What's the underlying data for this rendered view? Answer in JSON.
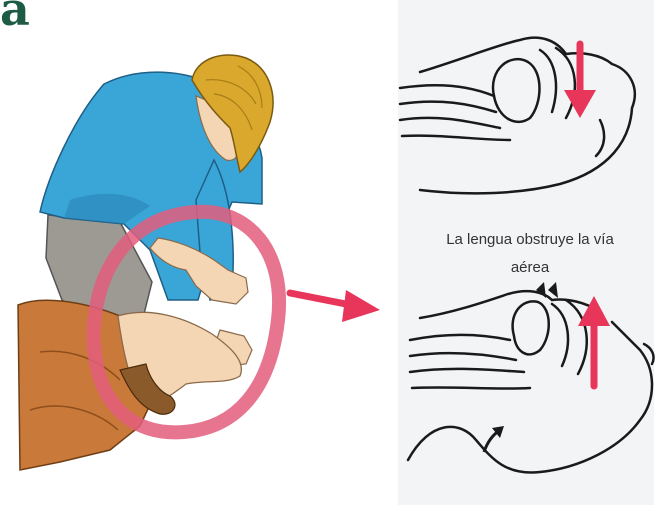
{
  "heading": {
    "fragment": "a"
  },
  "caption": {
    "line1": "La lengua obstruye la vía",
    "line2": "aérea"
  },
  "colors": {
    "heading": "#1e5b45",
    "sweater": "#3aa6d8",
    "sweater_shadow": "#2a86b8",
    "hair": "#d9a82c",
    "skin": "#f5d6b4",
    "pants": "#9c9a93",
    "patient_shirt": "#c97a3a",
    "highlight_circle": "#e35d7c",
    "arrow": "#e8365a",
    "panel_background": "#f2f4f6",
    "line_art": "#1a1a1a"
  },
  "icons": {
    "pointer_arrow": "arrow-right-icon",
    "down_arrow": "arrow-down-icon",
    "up_arrow": "arrow-up-icon"
  }
}
